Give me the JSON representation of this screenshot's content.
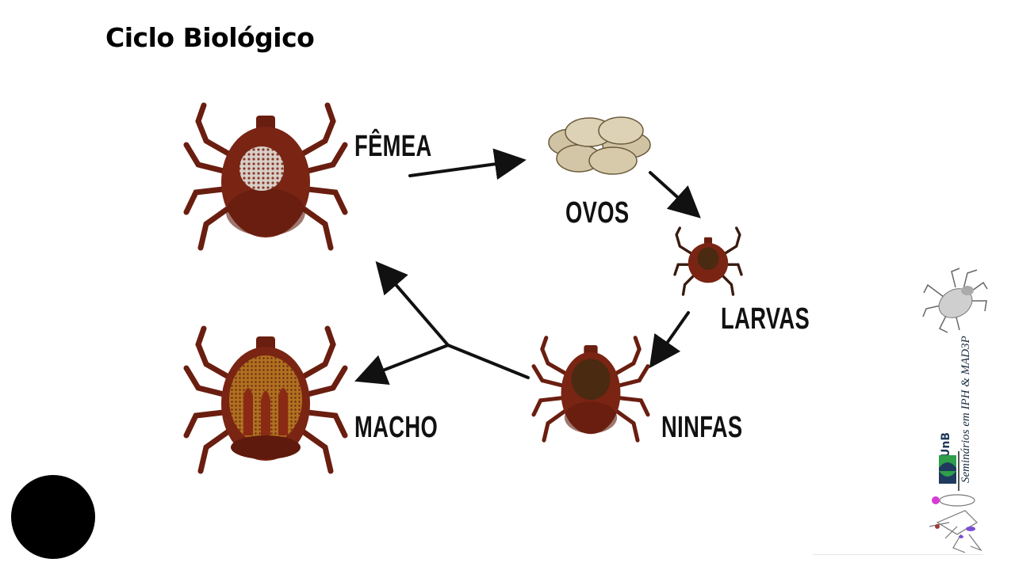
{
  "slide": {
    "title": "Ciclo Biológico"
  },
  "diagram": {
    "type": "life-cycle",
    "stages": [
      {
        "id": "femea",
        "label": "FÊMEA",
        "icon": "adult-female-tick-icon"
      },
      {
        "id": "ovos",
        "label": "OVOS",
        "icon": "egg-cluster-icon"
      },
      {
        "id": "larvas",
        "label": "LARVAS",
        "icon": "larva-tick-icon"
      },
      {
        "id": "ninfas",
        "label": "NINFAS",
        "icon": "nymph-tick-icon"
      },
      {
        "id": "macho",
        "label": "MACHO",
        "icon": "adult-male-tick-icon"
      }
    ],
    "edges": [
      {
        "from": "femea",
        "to": "ovos"
      },
      {
        "from": "ovos",
        "to": "larvas"
      },
      {
        "from": "larvas",
        "to": "ninfas"
      },
      {
        "from": "ninfas",
        "to": "femea"
      },
      {
        "from": "ninfas",
        "to": "macho"
      }
    ],
    "colors": {
      "tick_body": "#7a2414",
      "tick_dark": "#5a1a0c",
      "scutum_nymph": "#4a2a10",
      "eggs": "#d9cdb0",
      "arrow": "#111111"
    }
  },
  "branding": {
    "institution": "UnB",
    "seminar_text": "Seminários em IPH & MAD3P",
    "colors": {
      "navy": "#1f3a5c",
      "green": "#2e9e4a",
      "magenta": "#d63bd6",
      "purple": "#7a4ed6"
    }
  }
}
